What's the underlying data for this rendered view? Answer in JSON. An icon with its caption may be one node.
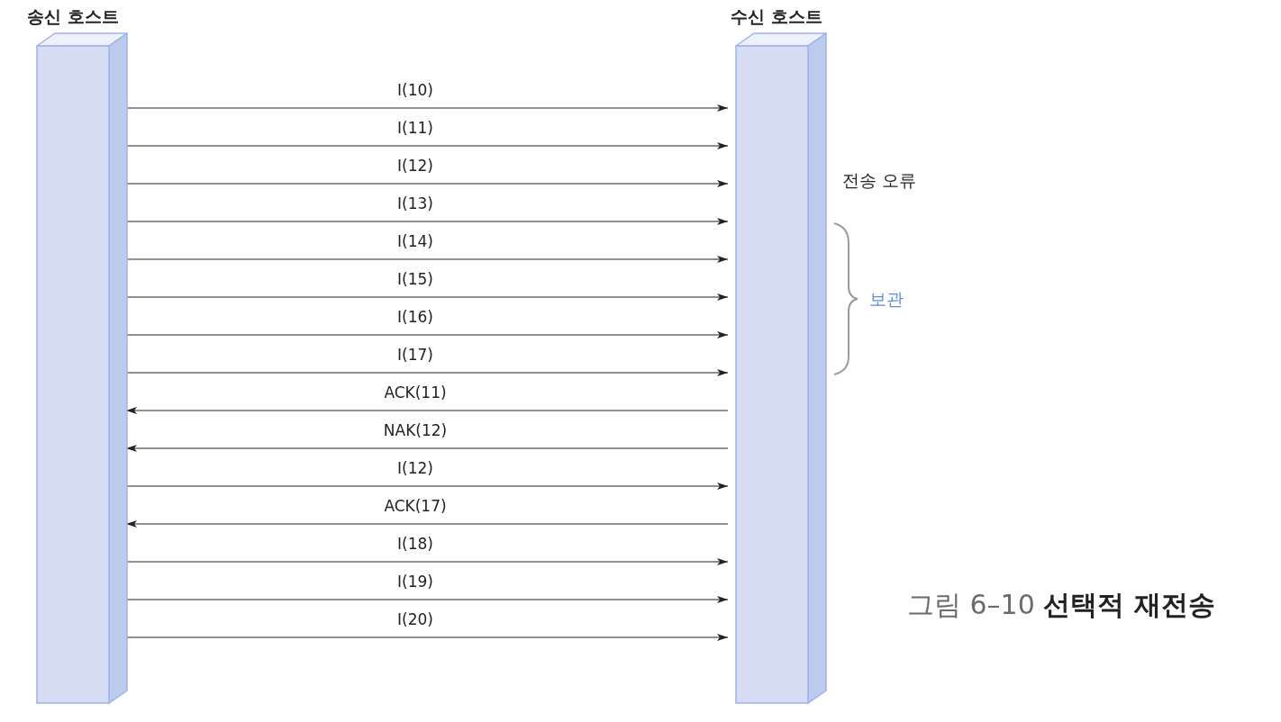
{
  "diagram": {
    "caption": "그림 6–10 **선택적 재전송**",
    "nodes": [
      {
        "text": [
          "송신 호스트"
        ]
      },
      {
        "text": [
          "수신 호스트"
        ]
      }
    ],
    "edges": [
      {
        "from": 0,
        "to": 1,
        "arrow": "to",
        "label": "I(10)"
      },
      {
        "from": 0,
        "to": 1,
        "arrow": "to",
        "label": "I(11)"
      },
      {
        "from": 0,
        "to": 1,
        "arrow": "to",
        "label": "I(12)"
      },
      {
        "from": 0,
        "to": 1,
        "arrow": "to",
        "label": "I(13)"
      },
      {
        "from": 0,
        "to": 1,
        "arrow": "to",
        "label": "I(14)"
      },
      {
        "from": 0,
        "to": 1,
        "arrow": "to",
        "label": "I(15)"
      },
      {
        "from": 0,
        "to": 1,
        "arrow": "to",
        "label": "I(16)"
      },
      {
        "from": 0,
        "to": 1,
        "arrow": "to",
        "label": "I(17)"
      },
      {
        "from": 1,
        "to": 0,
        "arrow": "to",
        "label": "ACK(11)"
      },
      {
        "from": 1,
        "to": 0,
        "arrow": "to",
        "label": "NAK(12)"
      },
      {
        "from": 0,
        "to": 1,
        "arrow": "to",
        "label": "I(12)"
      },
      {
        "from": 1,
        "to": 0,
        "arrow": "to",
        "label": "ACK(17)"
      },
      {
        "from": 0,
        "to": 1,
        "arrow": "to",
        "label": "I(18)"
      },
      {
        "from": 0,
        "to": 1,
        "arrow": "to",
        "label": "I(19)"
      },
      {
        "from": 0,
        "to": 1,
        "arrow": "to",
        "label": "I(20)"
      }
    ],
    "labels": [
      "전송 오류",
      "보관"
    ]
  }
}
